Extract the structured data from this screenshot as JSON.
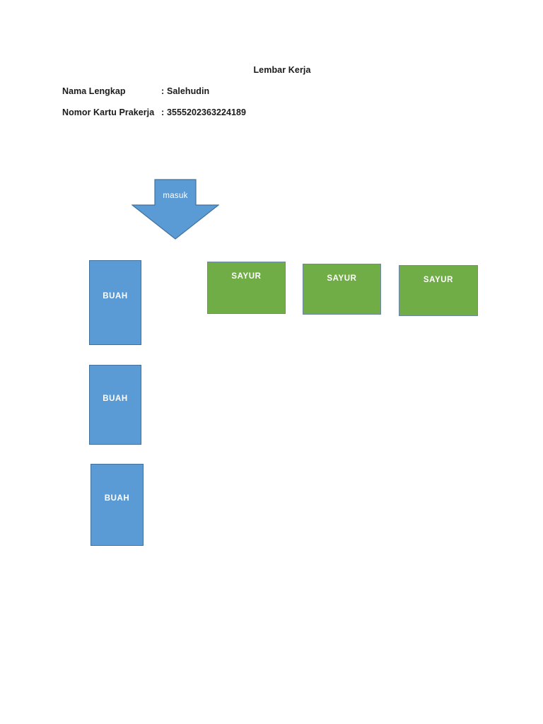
{
  "document": {
    "title": "Lembar Kerja",
    "fields": [
      {
        "label": "Nama Lengkap",
        "separator": ":",
        "value": "Salehudin"
      },
      {
        "label": "Nomor Kartu Prakerja",
        "separator": ":",
        "value": "3555202363224189"
      }
    ]
  },
  "diagram": {
    "arrow": {
      "label": "masuk",
      "direction": "down",
      "fill": "#5B9BD5",
      "stroke": "#41719C"
    },
    "colors": {
      "blue_fill": "#5B9BD5",
      "blue_stroke": "#41719C",
      "green_fill": "#70AD47",
      "green_stroke": "#6E87A0",
      "label_text": "#FFFFFF"
    },
    "blue_boxes": [
      {
        "label": "BUAH"
      },
      {
        "label": "BUAH"
      },
      {
        "label": "BUAH"
      }
    ],
    "green_boxes": [
      {
        "label": "SAYUR"
      },
      {
        "label": "SAYUR"
      },
      {
        "label": "SAYUR"
      }
    ]
  }
}
